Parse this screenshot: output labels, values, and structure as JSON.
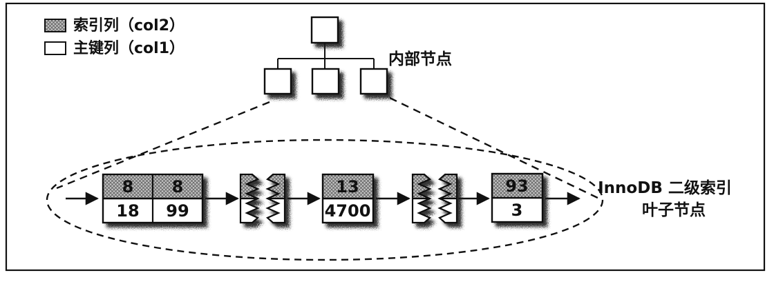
{
  "legend": {
    "items": [
      {
        "label": "索引列（col2）",
        "swatch": "hatched"
      },
      {
        "label": "主键列（col1）",
        "swatch": "plain"
      }
    ]
  },
  "tree": {
    "label": "内部节点",
    "root_count": 1,
    "child_count": 3
  },
  "magnifier": {
    "label_line1": "InnoDB 二级索引",
    "label_line2": "叶子节点"
  },
  "leaf_nodes": [
    {
      "index_values": [
        "8",
        "8"
      ],
      "pk_values": [
        "18",
        "99"
      ]
    },
    {
      "index_values": [
        "13"
      ],
      "pk_values": [
        "4700"
      ]
    },
    {
      "index_values": [
        "93"
      ],
      "pk_values": [
        "3"
      ]
    }
  ],
  "colors": {
    "ink": "#111111",
    "hatch_bg": "#c6c6c6",
    "hatch_line": "#666666",
    "paper": "#ffffff"
  }
}
